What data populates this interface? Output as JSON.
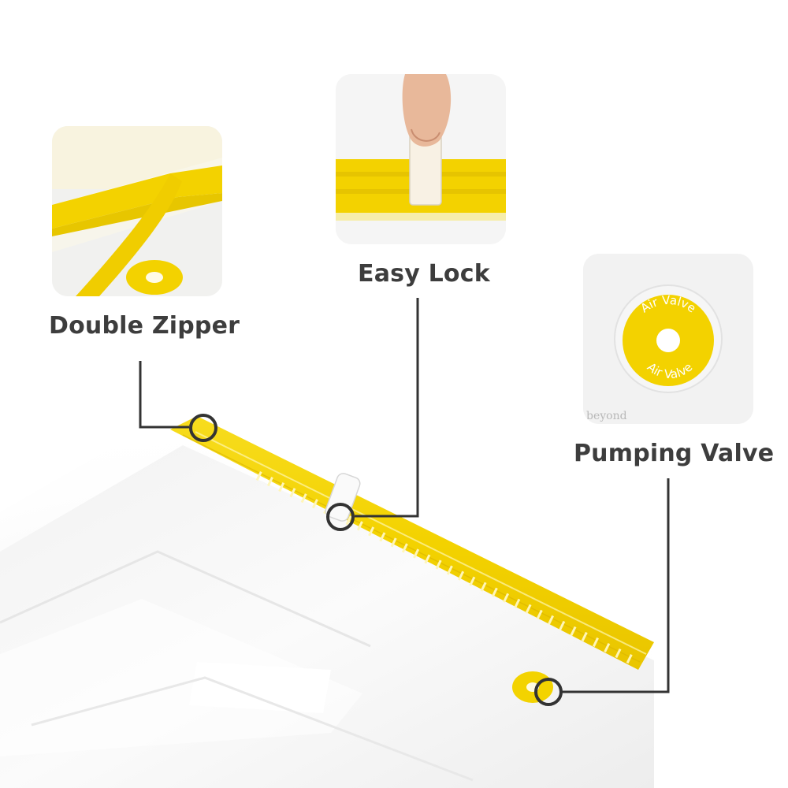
{
  "callouts": {
    "double_zipper": {
      "label": "Double Zipper",
      "icon": "zipper-icon"
    },
    "easy_lock": {
      "label": "Easy Lock",
      "icon": "slider-lock-icon"
    },
    "pumping_valve": {
      "label": "Pumping Valve",
      "icon": "air-valve-icon",
      "valve_text_top": "Air Valve",
      "valve_text_bottom": "Air Valve",
      "watermark": "beyond"
    }
  },
  "colors": {
    "accent": "#f2d100",
    "label_text": "#3d3d3d",
    "leader_line": "#333333"
  }
}
